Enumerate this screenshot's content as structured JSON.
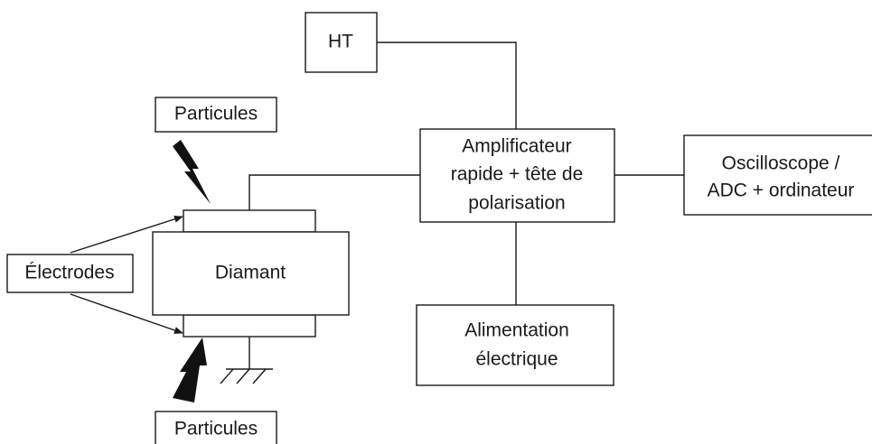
{
  "labels": {
    "ht": "HT",
    "particules_top": "Particules",
    "particules_bottom": "Particules",
    "electrodes": "Électrodes",
    "diamant": "Diamant",
    "amplificateur": [
      "Amplificateur",
      "rapide + tête de",
      "polarisation"
    ],
    "oscilloscope": [
      "Oscilloscope /",
      "ADC + ordinateur"
    ],
    "alimentation": [
      "Alimentation",
      "électrique"
    ]
  },
  "colors": {
    "line": "#1a1a1a",
    "lightning": "#111111",
    "background": "#ffffff"
  }
}
